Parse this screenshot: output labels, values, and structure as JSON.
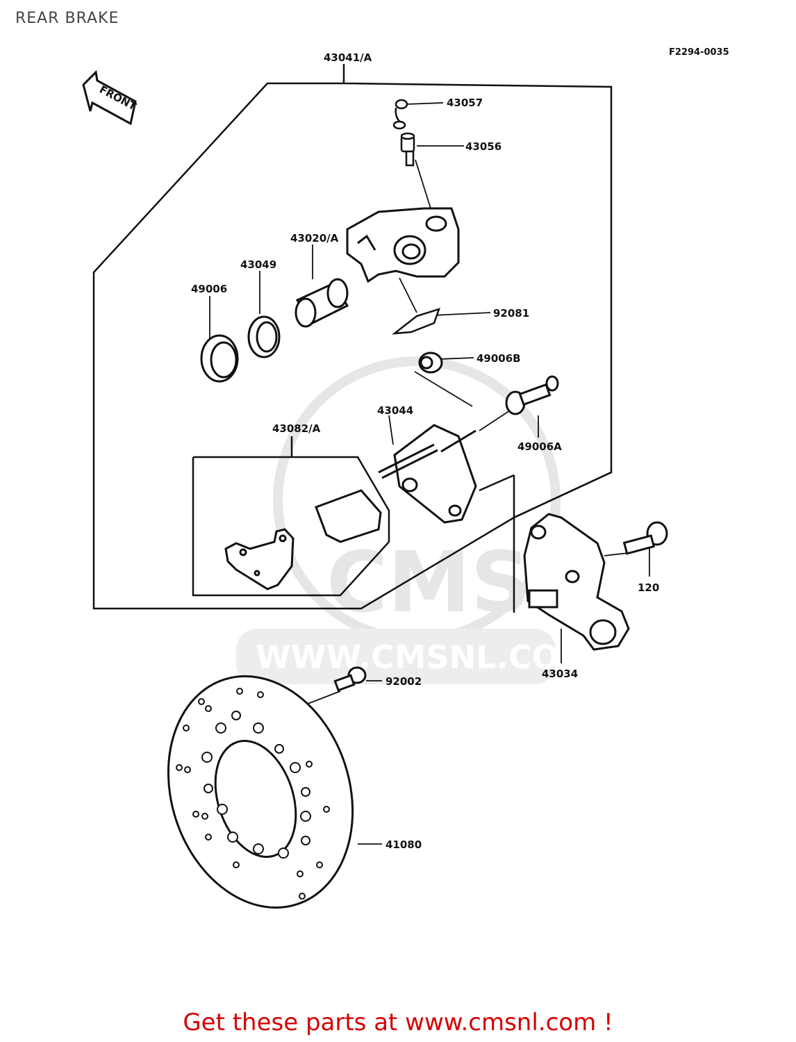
{
  "header": {
    "title": "REAR BRAKE",
    "diagram_code": "F2294-0035"
  },
  "front_arrow": {
    "label": "FRONT"
  },
  "watermark": {
    "logo": "CMS",
    "url": "WWW.CMSNL.COM"
  },
  "callouts": {
    "caliper_assy": "43041/A",
    "bleed_cap": "43057",
    "bleed_valve": "43056",
    "caliper_body": "43020/A",
    "seal_43049": "43049",
    "seal_49006": "49006",
    "spring_92081": "92081",
    "boot_49006b": "49006B",
    "bracket_43044": "43044",
    "boot_49006a": "49006A",
    "pad_assy": "43082/A",
    "bolt_120": "120",
    "holder_43034": "43034",
    "bolt_92002": "92002",
    "disc_41080": "41080"
  },
  "footer": {
    "text": "Get these parts at www.cmsnl.com !"
  },
  "colors": {
    "line": "#111111",
    "footer": "#d40000",
    "watermark": "#e6e6e6"
  }
}
